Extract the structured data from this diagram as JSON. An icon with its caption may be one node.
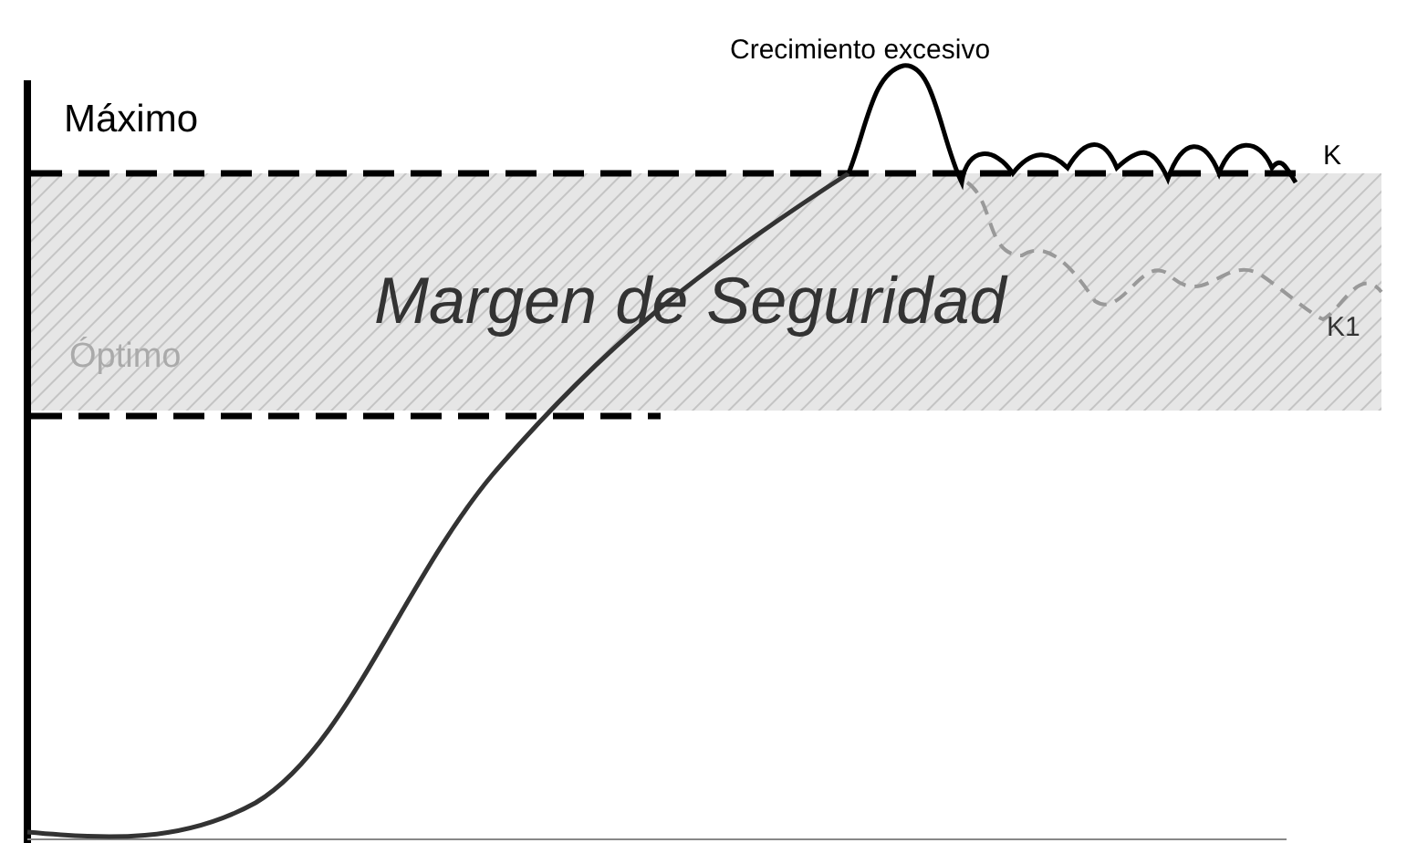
{
  "diagram": {
    "labels": [
      "Crecimiento excesivo",
      "Máximo",
      "K",
      "Margen de Seguridad",
      "Óptimo",
      "K1"
    ]
  }
}
